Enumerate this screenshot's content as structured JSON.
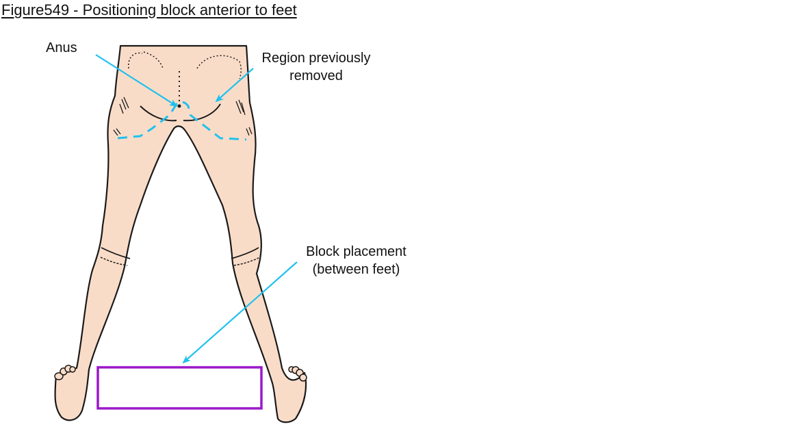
{
  "figure": {
    "title": "Figure549 - Positioning block anterior to feet"
  },
  "labels": {
    "anus": "Anus",
    "region_line1": "Region previously",
    "region_line2": "removed",
    "block_line1": "Block placement",
    "block_line2": "(between feet)"
  },
  "colors": {
    "skin": "#f9dcc8",
    "outline": "#1a1a1a",
    "arrow": "#1ec1ee",
    "region_outline": "#1ec1ee",
    "block": "#9b18c8"
  }
}
